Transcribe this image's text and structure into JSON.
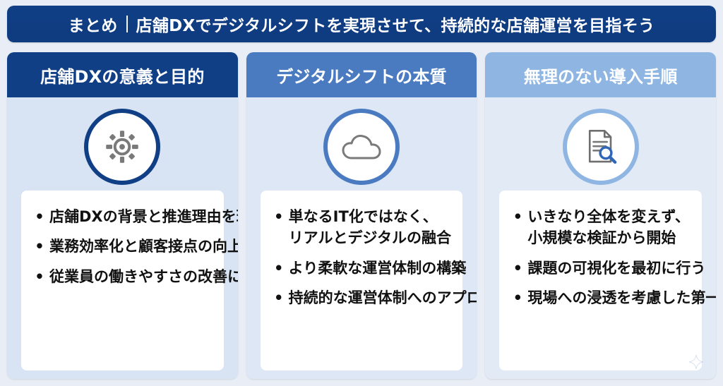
{
  "banner": {
    "left": "まとめ",
    "right": "店舗DXでデジタルシフトを実現させて、持続的な店舗運営を目指そう"
  },
  "columns": [
    {
      "title": "店舗DXの意義と目的",
      "icon": "gear-icon",
      "bullets": [
        "店舗DXの背景と推進理由を理解する",
        "業務効率化と顧客接点の向上を目指す",
        "従業員の働きやすさの改善にも注目"
      ]
    },
    {
      "title": "デジタルシフトの本質",
      "icon": "cloud-icon",
      "bullets": [
        "単なるIT化ではなく、リアルとデジタルの融合",
        "より柔軟な運営体制の構築",
        "持続的な運営体制へのアプローチ"
      ]
    },
    {
      "title": "無理のない導入手順",
      "icon": "document-search-icon",
      "bullets": [
        "いきなり全体を変えず、小規模な検証から開始",
        "課題の可視化を最初に行う",
        "現場への浸透を考慮した第一歩"
      ]
    }
  ],
  "colors": {
    "banner_bg": "#103f86",
    "col1_header": "#103f86",
    "col2_header": "#4a7bc0",
    "col3_header": "#8fb6e3",
    "icon_gray": "#7a7a7a",
    "icon_blue": "#2f66b7"
  }
}
